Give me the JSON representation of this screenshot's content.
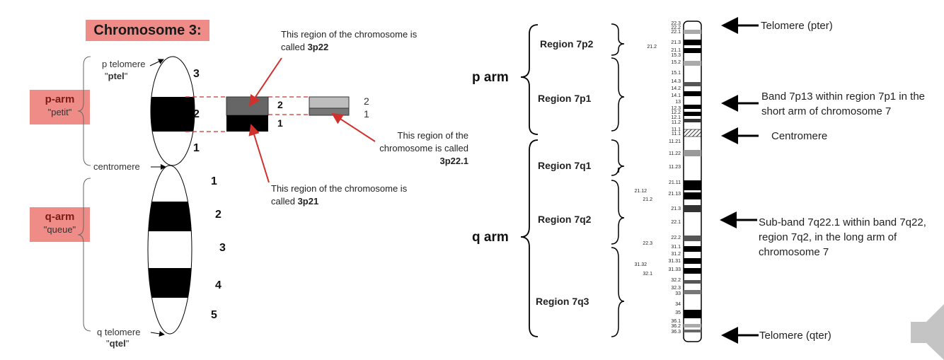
{
  "left": {
    "title": "Chromosome 3:",
    "p_arm": {
      "name": "p-arm",
      "meaning": "\"petit\""
    },
    "q_arm": {
      "name": "q-arm",
      "meaning": "\"queue\""
    },
    "p_telomere": "p telomere",
    "p_tel": "ptel",
    "centromere": "centromere",
    "q_telomere": "q telomere",
    "q_tel": "qtel",
    "p_regions": [
      "3",
      "2",
      "1"
    ],
    "q_regions": [
      "1",
      "2",
      "3",
      "4",
      "5"
    ],
    "zoom1_labels": [
      "2",
      "1"
    ],
    "zoom2_labels": [
      "2",
      "1"
    ],
    "note_3p22": {
      "text": "This region of the chromosome is called ",
      "bold": "3p22"
    },
    "note_3p21": {
      "text": "This region of the chromosome is called ",
      "bold": "3p21"
    },
    "note_3p22_1": {
      "text": "This region of the chromosome is called ",
      "bold": "3p22.1"
    }
  },
  "right": {
    "p_arm_label": "p arm",
    "q_arm_label": "q arm",
    "regions": [
      "Region 7p2",
      "Region 7p1",
      "Region 7q1",
      "Region 7q2",
      "Region 7q3"
    ],
    "band_labels_right": [
      "22.3",
      "22.2",
      "22.1",
      "21.3",
      "21.1",
      "15.3",
      "15.2",
      "15.1",
      "14.3",
      "14.2",
      "14.1",
      "13",
      "12.3",
      "12.2",
      "12.1",
      "11.2",
      "11.1",
      "11.1",
      "11.21",
      "11.22",
      "11.23",
      "21.11",
      "21.13",
      "21.3",
      "22.1",
      "22.2",
      "31.1",
      "31.2",
      "31.31",
      "31.33",
      "32.2",
      "32.3",
      "33",
      "34",
      "35",
      "36.1",
      "36.2",
      "36.3"
    ],
    "band_labels_left": [
      "21.2",
      "21.12",
      "21.2",
      "22.3",
      "31.32",
      "32.1"
    ],
    "annotations": {
      "telomere_p": "Telomere  (pter)",
      "band_7p13": "Band 7p13 within region 7p1 in the short arm of chromosome 7",
      "centromere": "Centromere",
      "subband": "Sub-band 7q22.1 within band 7q22, region 7q2, in the long arm of chromosome 7",
      "telomere_q": "Telomere  (qter)"
    }
  },
  "speaker_icon": "speaker-icon",
  "colors": {
    "accent_box": "#f08c87",
    "arrow_red": "#d0312d",
    "band_black": "#000000",
    "band_gray": "#888888"
  }
}
